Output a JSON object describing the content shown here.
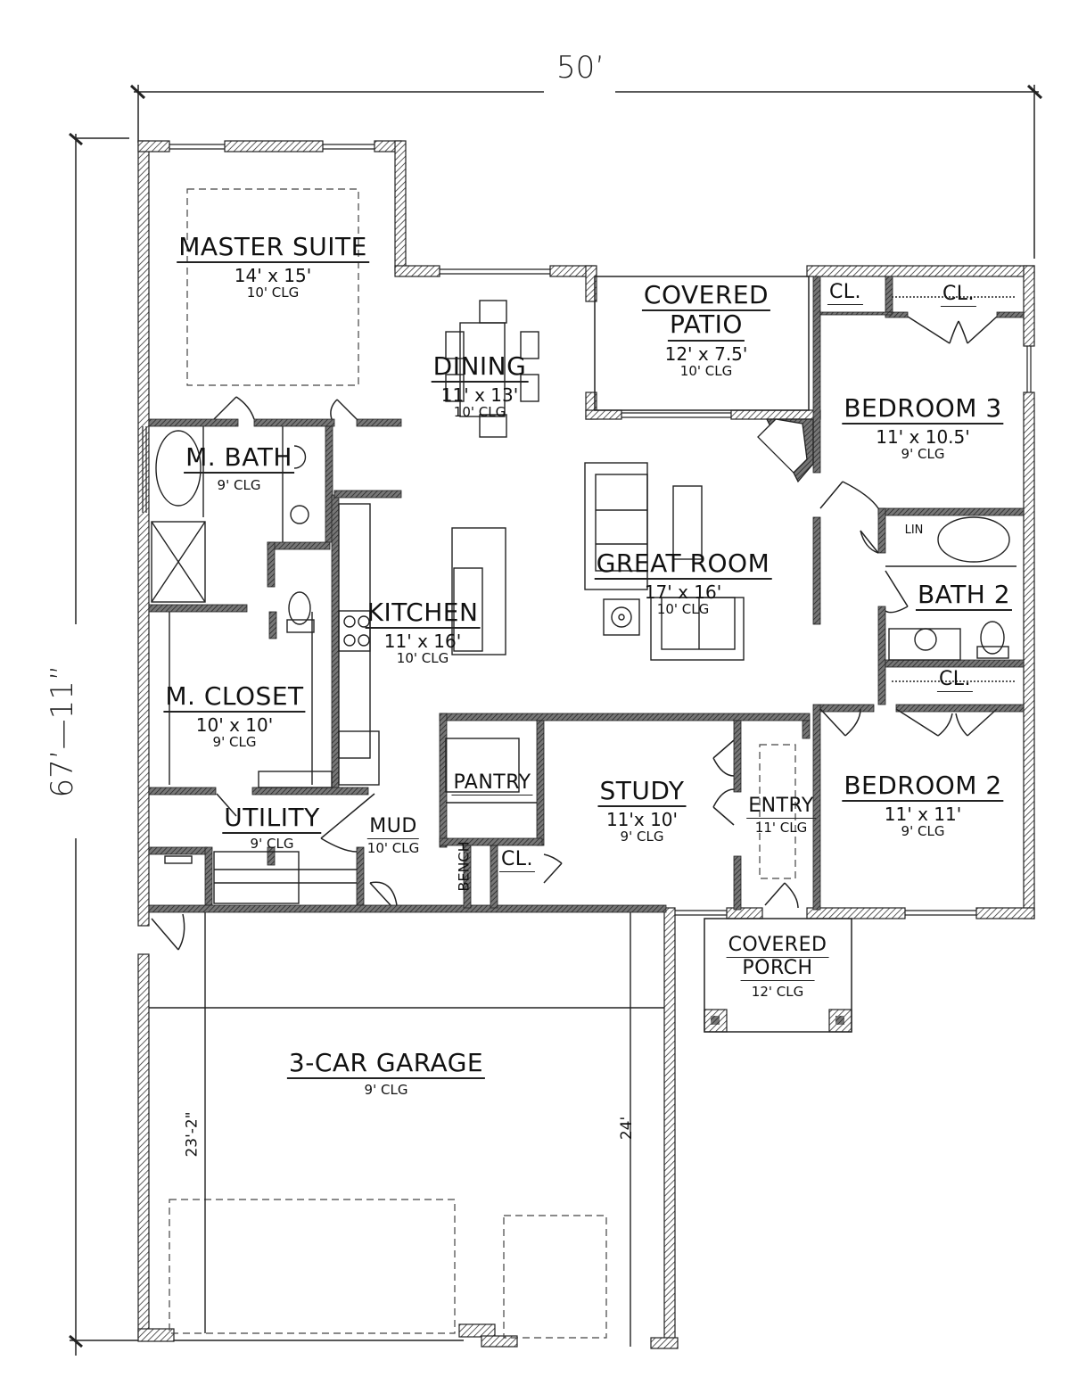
{
  "plan": {
    "overall_width": "50’",
    "overall_depth": "67’—11”",
    "garage_side_dims": {
      "left": "23'-2\"",
      "right": "24'"
    },
    "rooms": {
      "master_suite": {
        "name": "MASTER SUITE",
        "size": "14' x 15'",
        "ceiling": "10' CLG"
      },
      "dining": {
        "name": "DINING",
        "size": "11' x 13'",
        "ceiling": "10' CLG"
      },
      "covered_patio": {
        "name_line1": "COVERED",
        "name_line2": "PATIO",
        "size": "12' x 7.5'",
        "ceiling": "10' CLG"
      },
      "bedroom_3": {
        "name": "BEDROOM 3",
        "size": "11' x 10.5'",
        "ceiling": "9' CLG",
        "closet_1": "CL.",
        "closet_2": "CL."
      },
      "master_bath": {
        "name": "M. BATH",
        "ceiling": "9' CLG"
      },
      "great_room": {
        "name": "GREAT ROOM",
        "size": "17' x 16'",
        "ceiling": "10' CLG"
      },
      "kitchen": {
        "name": "KITCHEN",
        "size": "11' x 16'",
        "ceiling": "10' CLG"
      },
      "bath_2": {
        "name": "BATH 2",
        "linen": "LIN",
        "closet": "CL."
      },
      "master_closet": {
        "name": "M. CLOSET",
        "size": "10' x 10'",
        "ceiling": "9' CLG"
      },
      "pantry": {
        "name": "PANTRY"
      },
      "study": {
        "name": "STUDY",
        "size": "11'x 10'",
        "ceiling": "9' CLG"
      },
      "entry": {
        "name": "ENTRY",
        "ceiling": "11' CLG"
      },
      "bedroom_2": {
        "name": "BEDROOM 2",
        "size": "11' x 11'",
        "ceiling": "9' CLG"
      },
      "utility": {
        "name": "UTILITY",
        "ceiling": "9' CLG"
      },
      "mud": {
        "name": "MUD",
        "ceiling": "10' CLG"
      },
      "bench": {
        "name": "BENCH"
      },
      "hall_closet": {
        "name": "CL."
      },
      "covered_porch": {
        "name_line1": "COVERED",
        "name_line2": "PORCH",
        "ceiling": "12' CLG"
      },
      "garage": {
        "name": "3-CAR GARAGE",
        "ceiling": "9' CLG"
      }
    }
  }
}
